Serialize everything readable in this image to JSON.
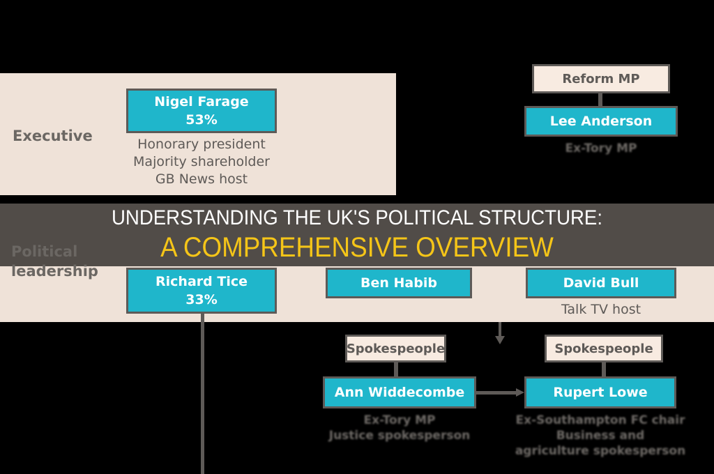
{
  "diagram": {
    "rows": {
      "executive": "Executive",
      "political": "Political\nleadership"
    },
    "nigel": {
      "name": "Nigel Farage",
      "share": "53%",
      "roles": [
        "Honorary president",
        "Majority shareholder",
        "GB News host"
      ]
    },
    "reform_mp": {
      "label": "Reform MP",
      "name": "Lee Anderson",
      "note": "Ex-Tory MP"
    },
    "tice": {
      "name": "Richard Tice",
      "share": "33%"
    },
    "habib": {
      "name": "Ben Habib"
    },
    "bull": {
      "name": "David Bull",
      "note": "Talk TV host"
    },
    "spokes_left": {
      "label": "Spokespeople",
      "name": "Ann Widdecombe",
      "note": [
        "Ex-Tory MP",
        "Justice spokesperson"
      ]
    },
    "spokes_right": {
      "label": "Spokespeople",
      "name": "Rupert Lowe",
      "note": [
        "Ex-Southampton FC chair",
        "Business and",
        "agriculture spokesperson"
      ]
    },
    "colors": {
      "box": "#1fb6cb",
      "panel": "#efe2d8",
      "line": "#5e5a57"
    }
  },
  "overlay": {
    "title_line1": "UNDERSTANDING THE UK'S POLITICAL STRUCTURE:",
    "title_line2": "A COMPREHENSIVE OVERVIEW",
    "title2_color": "#f5c518"
  }
}
